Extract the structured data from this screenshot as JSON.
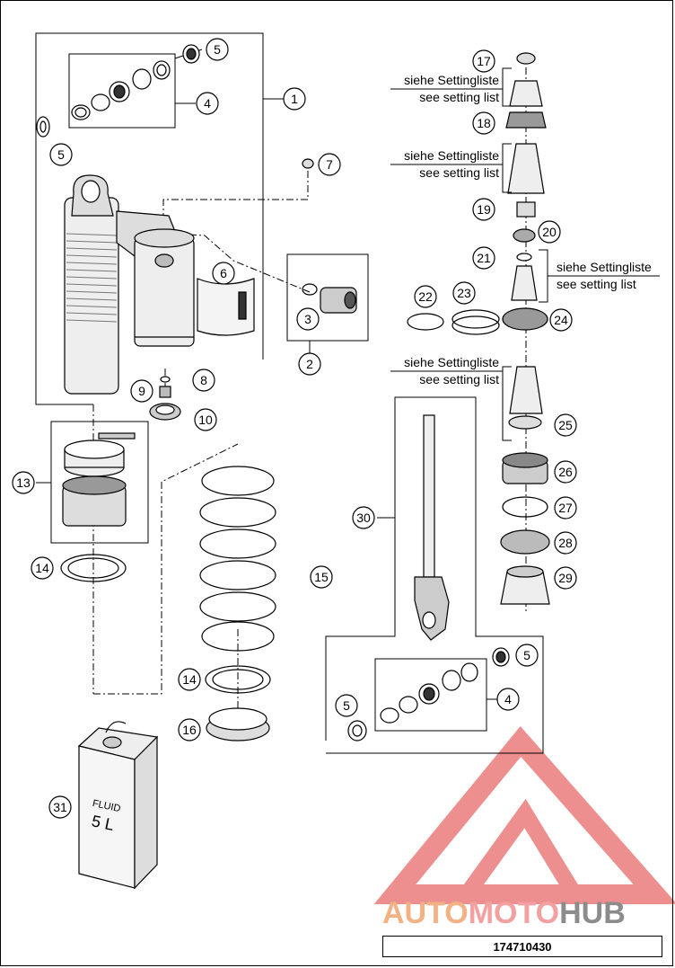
{
  "diagram": {
    "callouts": [
      {
        "id": "c1",
        "label": "1"
      },
      {
        "id": "c2",
        "label": "2"
      },
      {
        "id": "c3",
        "label": "3"
      },
      {
        "id": "c4a",
        "label": "4"
      },
      {
        "id": "c4b",
        "label": "4"
      },
      {
        "id": "c5a",
        "label": "5"
      },
      {
        "id": "c5b",
        "label": "5"
      },
      {
        "id": "c5c",
        "label": "5"
      },
      {
        "id": "c5d",
        "label": "5"
      },
      {
        "id": "c6",
        "label": "6"
      },
      {
        "id": "c7",
        "label": "7"
      },
      {
        "id": "c8",
        "label": "8"
      },
      {
        "id": "c9",
        "label": "9"
      },
      {
        "id": "c10",
        "label": "10"
      },
      {
        "id": "c13",
        "label": "13"
      },
      {
        "id": "c14a",
        "label": "14"
      },
      {
        "id": "c14b",
        "label": "14"
      },
      {
        "id": "c15",
        "label": "15"
      },
      {
        "id": "c16",
        "label": "16"
      },
      {
        "id": "c17",
        "label": "17"
      },
      {
        "id": "c18",
        "label": "18"
      },
      {
        "id": "c19",
        "label": "19"
      },
      {
        "id": "c20",
        "label": "20"
      },
      {
        "id": "c21",
        "label": "21"
      },
      {
        "id": "c22",
        "label": "22"
      },
      {
        "id": "c23",
        "label": "23"
      },
      {
        "id": "c24",
        "label": "24"
      },
      {
        "id": "c25",
        "label": "25"
      },
      {
        "id": "c26",
        "label": "26"
      },
      {
        "id": "c27",
        "label": "27"
      },
      {
        "id": "c28",
        "label": "28"
      },
      {
        "id": "c29",
        "label": "29"
      },
      {
        "id": "c30",
        "label": "30"
      },
      {
        "id": "c31",
        "label": "31"
      }
    ],
    "setting_note_de": "siehe Settingliste",
    "setting_note_en": "see setting list",
    "fluid_label": "FLUID",
    "fluid_volume": "5 L"
  },
  "watermark": {
    "part1": "AUTO",
    "part2": "MOTO",
    "part3": "HUB"
  },
  "part_number": "174710430",
  "colors": {
    "watermark_orange": "#f4b183",
    "watermark_red": "#e86a6a",
    "watermark_grey": "#8c8c8c"
  }
}
